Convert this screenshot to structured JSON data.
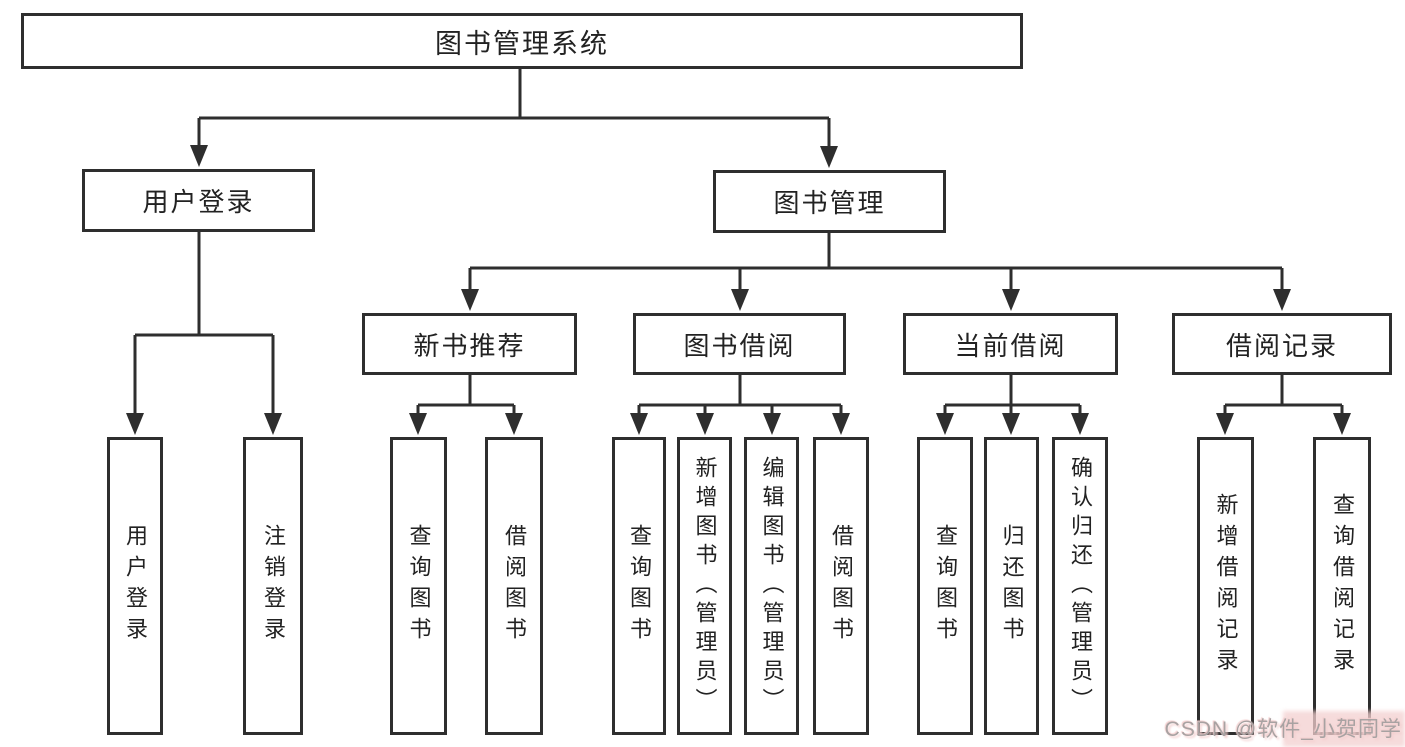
{
  "diagram": {
    "root": {
      "label": "图书管理系统"
    },
    "branches": [
      {
        "label": "用户登录",
        "children": [
          "用户登录",
          "注销登录"
        ]
      },
      {
        "label": "图书管理",
        "children": [
          {
            "label": "新书推荐",
            "children": [
              "查询图书",
              "借阅图书"
            ]
          },
          {
            "label": "图书借阅",
            "children": [
              "查询图书",
              "新增图书（管理员）",
              "编辑图书（管理员）",
              "借阅图书"
            ]
          },
          {
            "label": "当前借阅",
            "children": [
              "查询图书",
              "归还图书",
              "确认归还（管理员）"
            ]
          },
          {
            "label": "借阅记录",
            "children": [
              "新增借阅记录",
              "查询借阅记录"
            ]
          }
        ]
      }
    ]
  },
  "watermark": "CSDN @软件_小贺同学",
  "colors": {
    "line": "#2e2e2e",
    "box_bg": "#ffffff",
    "text": "#222222",
    "watermark": "#a8a2a2",
    "watermark_glow": "#f3cfcf"
  }
}
